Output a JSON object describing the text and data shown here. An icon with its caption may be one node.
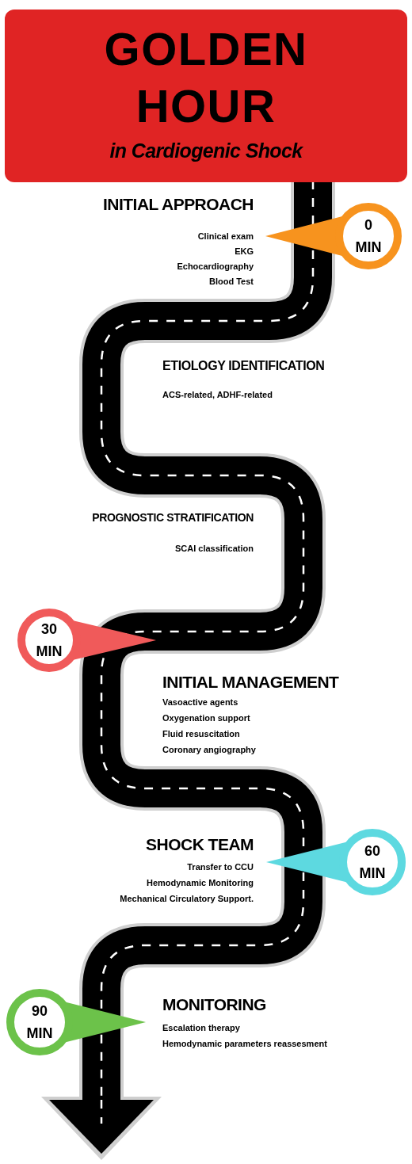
{
  "diagram": {
    "nodes": [
      {
        "text": [
          "GOLDEN HOUR",
          "in Cardiogenic Shock"
        ]
      },
      {
        "text": [
          "0 MIN"
        ]
      },
      {
        "text": [
          "30 MIN"
        ]
      },
      {
        "text": [
          "60 MIN"
        ]
      },
      {
        "text": [
          "90 MIN"
        ]
      }
    ],
    "labels": [
      "INITIAL APPROACH",
      "Clinical exam",
      "EKG",
      "Echocardiography",
      "Blood Test",
      "ETIOLOGY IDENTIFICATION",
      "ACS-related, ADHF-related",
      "PROGNOSTIC STRATIFICATION",
      "SCAI classification",
      "INITIAL MANAGEMENT",
      "Vasoactive agents",
      "Oxygenation support",
      "Fluid resuscitation",
      "Coronary angiography",
      "SHOCK TEAM",
      "Transfer to CCU",
      "Hemodynamic Monitoring",
      "Mechanical Circulatory Support.",
      "MONITORING",
      "Escalation therapy",
      "Hemodynamic parameters reassesment"
    ]
  }
}
